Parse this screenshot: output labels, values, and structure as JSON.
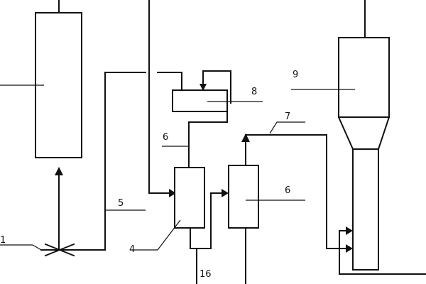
{
  "labels": {
    "l1": "1",
    "l4": "4",
    "l5": "5",
    "l6a": "6",
    "l6b": "6",
    "l7": "7",
    "l8": "8",
    "l9": "9",
    "l16": "16"
  }
}
